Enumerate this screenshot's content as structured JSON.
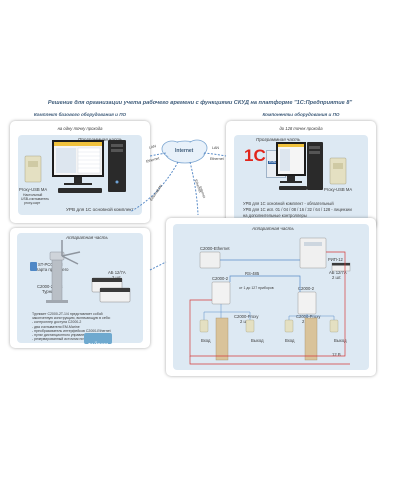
{
  "title": "Решение для организации учета рабочего времени с функциями СКУД на платформе \"1С:Предприятие 8\"",
  "left_panel": {
    "title": "Комплект базового оборудования и ПО",
    "subtitle": "на одну точку прохода",
    "software_label": "Программная часть",
    "reader_label": "Proxy-USB MA",
    "reader_note_1": "Настольный",
    "reader_note_2": "USB-считыватель",
    "reader_note_3": "proxy-карт",
    "urv_label": "УРВ для 1С основной комплект",
    "hardware_label": "Аппаратная часть",
    "card_label_1": "ST-PC01 EM",
    "card_label_2": "Карта прохожего",
    "controller_label_1": "C2000-2T-1/4",
    "controller_label_2": "Турникет",
    "psu_label_1": "АБ 12/7А",
    "psu_label_2": "2 шт.",
    "note_lines": [
      "Турникет C2000-2T-1/4 представляет собой",
      "законченную конструкцию, включающую в себя:",
      "- контроллер доступа C2000-2",
      "- два считывателя EM-Marine",
      "- преобразователь интерфейсов C2000-Ethernet",
      "- пульт дистанционного управления",
      "- резервированный источник питания RIP-24-1/7"
    ],
    "logo_text": "ТАЙКЭМ"
  },
  "right_panel": {
    "title": "Компоненты оборудования и ПО",
    "subtitle": "до 128 точек прохода",
    "software_label": "Программная часть",
    "logo_text": "1С",
    "box_text": "РОЛЬ ТЕХ",
    "reader_label": "Proxy-USB MA",
    "line_1": "УРВ для 1С основной комплект - обязательный",
    "line_2": "УРВ для 1С исп. 01 / 04 / 08 / 16 / 32 / 64 / 128 - лицензии",
    "line_3": "на дополнительные контроллеры",
    "hardware_label": "Аппаратная часть",
    "eth_label": "C2000-Ethernet",
    "rip_label": "РИП-12",
    "rs485_label": "RS-485",
    "rs485_note": "от 1 до 127 приборов",
    "psu_label_1": "АБ 12/7А",
    "psu_label_2": "2 шт.",
    "c2000_a": "C2000-2",
    "c2000_b": "C2000-2",
    "proxy_a": "C2000-Proxy",
    "proxy_b": "C2000-Proxy",
    "qty": "2 шт.",
    "v12": "12 В",
    "vhod": "Вход",
    "vyhod": "Выход"
  },
  "network": {
    "internet": "Internet",
    "lan_left": "LAN",
    "ethernet_left": "Ethernet",
    "lan_right": "LAN",
    "ethernet_right": "Ethernet",
    "lan_down_left": "LAN",
    "ethernet_down_left": "Ethernet",
    "lan_down_right": "Ethernet",
    "internet_down": "Internet"
  },
  "colors": {
    "panel_inner": "#dde9f3",
    "title_blue": "#3f5c7a",
    "cable_red": "#d43a3a",
    "cable_blue": "#5a8cc8"
  }
}
